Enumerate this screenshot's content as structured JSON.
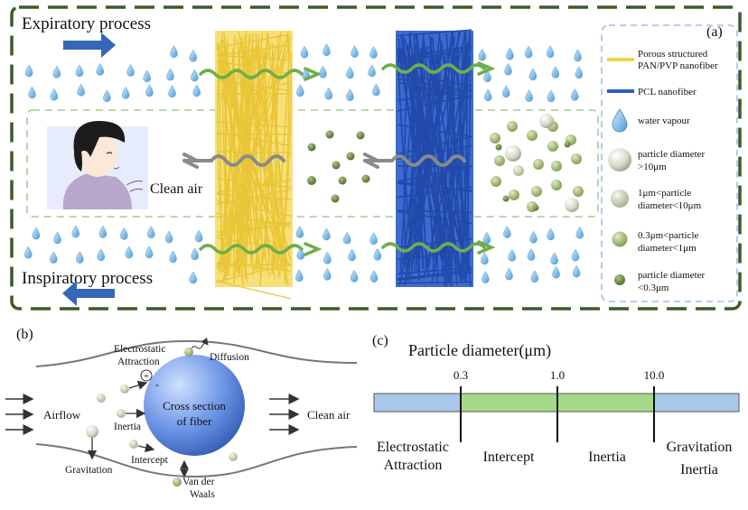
{
  "panel_a": {
    "label": "(a)",
    "expiratory_label": "Expiratory process",
    "inspiratory_label": "Inspiratory process",
    "clean_air_label": "Clean air",
    "legend": {
      "pan_pvp_line1": "Porous structured",
      "pan_pvp_line2": "PAN/PVP nanofiber",
      "pcl": "PCL nanofiber",
      "water": "water vapour",
      "p1_line1": "particle diameter",
      "p1_line2": ">10μm",
      "p2_line1": "1μm<particle",
      "p2_line2": "diameter<10μm",
      "p3_line1": "0.3μm<particle",
      "p3_line2": "diameter<1μm",
      "p4_line1": "particle diameter",
      "p4_line2": "<0.3μm"
    },
    "colors": {
      "pan_pvp": "#f0d24a",
      "pcl": "#2f5fc2",
      "frame": "#3c5a2a",
      "arrow_green": "#6fae4a",
      "arrow_gray": "#8a8a8a",
      "arrow_blue": "#3566b8"
    }
  },
  "panel_b": {
    "label": "(b)",
    "fiber_line1": "Cross section",
    "fiber_line2": "of fiber",
    "electrostatic_line1": "Electrostatic",
    "electrostatic_line2": "Attraction",
    "diffusion": "Diffusion",
    "airflow": "Airflow",
    "inertia": "Inertia",
    "gravitation": "Gravitation",
    "intercept": "Intercept",
    "vdw_line1": "Van der",
    "vdw_line2": "Waals",
    "clean_air": "Clean air",
    "plus": "+",
    "minus": "-"
  },
  "panel_c": {
    "label": "(c)",
    "title": "Particle diameter(μm)",
    "ticks": [
      "0.3",
      "1.0",
      "10.0"
    ],
    "seg_electrostatic_line1": "Electrostatic",
    "seg_electrostatic_line2": "Attraction",
    "seg_intercept": "Intercept",
    "seg_inertia": "Inertia",
    "seg_gravitation_line1": "Gravitation",
    "seg_gravitation_line2": "Inertia",
    "colors": {
      "blue": "#a9c8ea",
      "green": "#a6d88a"
    }
  }
}
